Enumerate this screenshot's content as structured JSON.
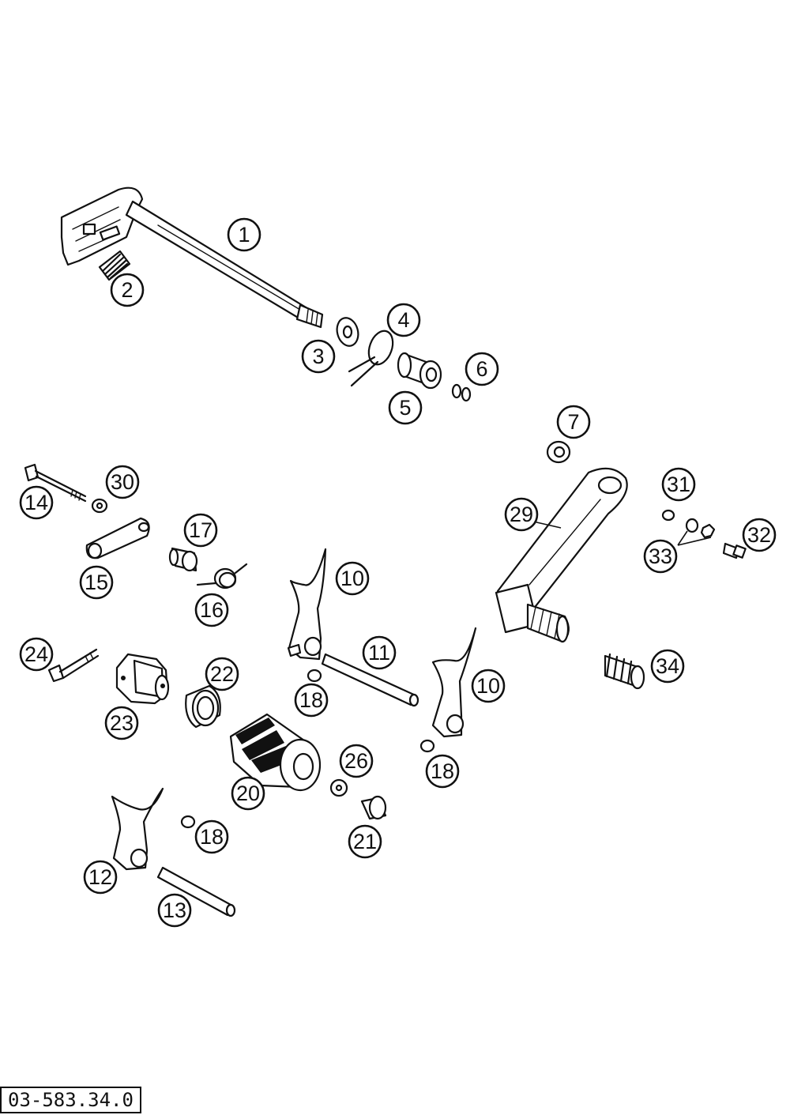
{
  "diagram": {
    "reference_number": "03-583.34.0",
    "callouts": [
      "1",
      "2",
      "3",
      "4",
      "5",
      "6",
      "7",
      "10",
      "10",
      "11",
      "12",
      "13",
      "14",
      "15",
      "16",
      "17",
      "18",
      "18",
      "18",
      "20",
      "21",
      "22",
      "23",
      "24",
      "26",
      "29",
      "30",
      "31",
      "32",
      "33",
      "34"
    ]
  }
}
